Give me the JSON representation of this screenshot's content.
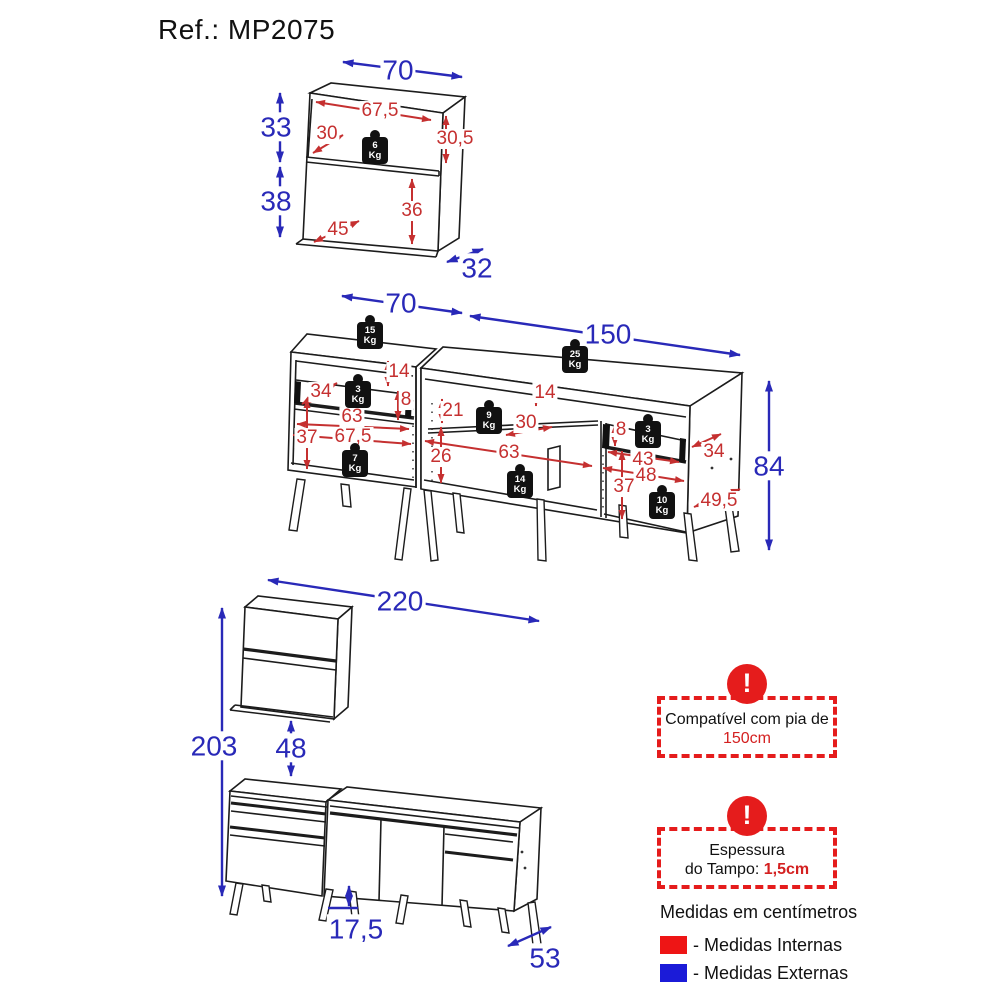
{
  "title": "Ref.: MP2075",
  "colors": {
    "internal_dims": "#c53030",
    "external_dims": "#2929b8",
    "badge_red": "#e51c1c",
    "legend_internal": "#ee1515",
    "legend_external": "#1b1bd8"
  },
  "wc": {
    "ext": {
      "w": "70",
      "ht": "33",
      "hb": "38",
      "d": "32"
    },
    "int": {
      "w": "67,5",
      "d": "30",
      "hr": "30,5",
      "ho": "36",
      "diag": "45"
    },
    "wt": {
      "v": "6",
      "u": "Kg"
    }
  },
  "sb": {
    "ext": {
      "wl": "70",
      "wr": "150",
      "h": "84"
    },
    "l": {
      "gap": "14",
      "d": "34",
      "dh": "8",
      "w": "63",
      "h": "37",
      "wf": "67,5"
    },
    "c": {
      "sh": "21",
      "d": "30",
      "hl": "26",
      "w": "63",
      "gap": "14"
    },
    "r": {
      "dh": "8",
      "w": "43",
      "wf": "48",
      "h": "37",
      "d": "34",
      "diag": "49,5"
    },
    "wt": {
      "tl": {
        "v": "15",
        "u": "Kg"
      },
      "tr": {
        "v": "25",
        "u": "Kg"
      },
      "dl": {
        "v": "3",
        "u": "Kg"
      },
      "sc": {
        "v": "9",
        "u": "Kg"
      },
      "dr": {
        "v": "3",
        "u": "Kg"
      },
      "bl": {
        "v": "7",
        "u": "Kg"
      },
      "bc": {
        "v": "14",
        "u": "Kg"
      },
      "br": {
        "v": "10",
        "u": "Kg"
      }
    }
  },
  "ks": {
    "ext": {
      "w": "220",
      "h": "203",
      "gap": "48",
      "legs": "17,5",
      "d": "53"
    }
  },
  "badges": [
    {
      "icon": "!",
      "l1": "Compatível com pia de",
      "hl": "150cm"
    },
    {
      "icon": "!",
      "l1": "Espessura",
      "l2": "do Tampo: ",
      "hl": "1,5cm"
    }
  ],
  "legend": {
    "h": "Medidas em centímetros",
    "internas": "- Medidas Internas",
    "externas": "- Medidas Externas"
  }
}
